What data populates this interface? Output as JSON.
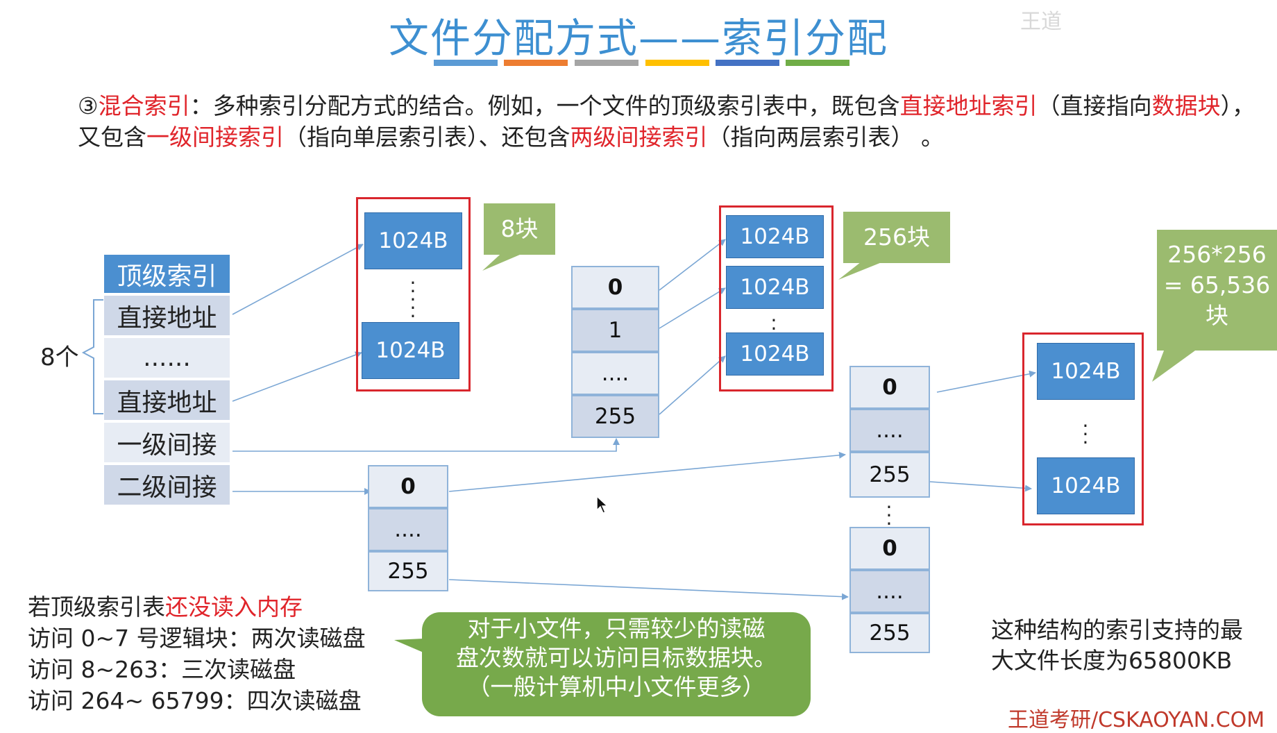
{
  "title": "文件分配方式——索引分配",
  "watermark": "王道",
  "title_bar_colors": [
    "#5b9bd5",
    "#ed7d31",
    "#a5a5a5",
    "#ffc000",
    "#4472c4",
    "#70ad47"
  ],
  "desc": {
    "num": "③",
    "term": "混合索引",
    "t1": "：多种索引分配方式的结合。例如，一个文件的顶级索引表中，既包含",
    "h1": "直接地址索引",
    "t2": "（直接指向",
    "h2": "数据块",
    "t3": "），又包含",
    "h3": "一级间接索引",
    "t4": "（指向单层索引表）、还包含",
    "h4": "两级间接索引",
    "t5": "（指向两层索引表） 。"
  },
  "top_index": {
    "header": "顶级索引",
    "rows": [
      "直接地址",
      "......",
      "直接地址",
      "一级间接",
      "二级间接"
    ],
    "count_label": "8个"
  },
  "block_label": "1024B",
  "callouts": {
    "direct": "8块",
    "single": "256块",
    "double_l1": "256*256",
    "double_l2": "= 65,536",
    "double_l3": "块"
  },
  "index_single": [
    "0",
    "1",
    "....",
    "255"
  ],
  "index_double_top": [
    "0",
    "....",
    "255"
  ],
  "index_double_a": [
    "0",
    "....",
    "255"
  ],
  "index_double_b": [
    "0",
    "....",
    "255"
  ],
  "bottom_left": {
    "l1a": "若顶级索引表",
    "l1b": "还没读入内存",
    "l2": "访问 0~7 号逻辑块：两次读磁盘",
    "l3": "访问 8~263：三次读磁盘",
    "l4": "访问 264~ 65799：四次读磁盘"
  },
  "green_note": {
    "l1": "对于小文件，只需较少的读磁",
    "l2": "盘次数就可以访问目标数据块。",
    "l3": "（一般计算机中小文件更多）"
  },
  "max_size": {
    "l1": "这种结构的索引支持的最",
    "l2": "大文件长度为65800KB"
  },
  "footer": "王道考研/CSKAOYAN.COM",
  "colors": {
    "accent_blue": "#4b8fd0",
    "highlight_red": "#e0242a",
    "callout_green": "#9bbb6f",
    "note_green": "#77a94b"
  }
}
